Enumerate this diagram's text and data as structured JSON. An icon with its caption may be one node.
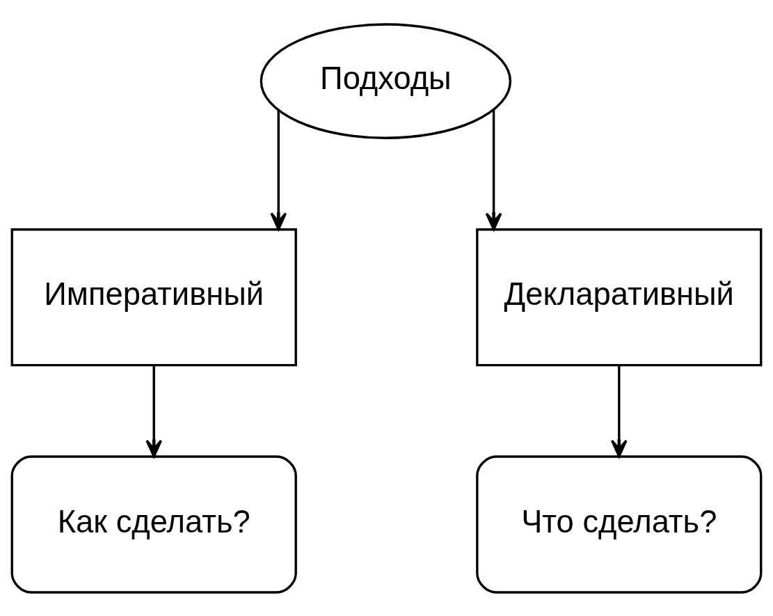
{
  "diagram": {
    "nodes": [
      {
        "text": [
          "Подходы"
        ]
      },
      {
        "text": [
          "Императивный"
        ]
      },
      {
        "text": [
          "Декларативный"
        ]
      },
      {
        "text": [
          "Как сделать?"
        ]
      },
      {
        "text": [
          "Что сделать?"
        ]
      }
    ],
    "edges": [
      {
        "from": 0,
        "to": 1,
        "arrow": "to"
      },
      {
        "from": 0,
        "to": 2,
        "arrow": "to"
      },
      {
        "from": 1,
        "to": 3,
        "arrow": "to"
      },
      {
        "from": 2,
        "to": 4,
        "arrow": "to"
      }
    ]
  }
}
